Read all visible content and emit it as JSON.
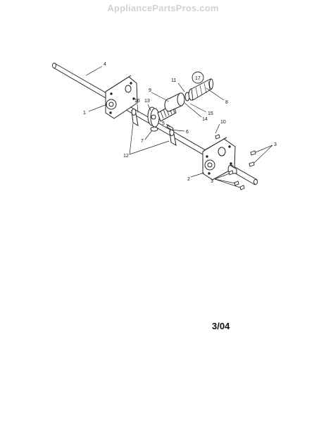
{
  "watermark": "AppliancePartsPros.com",
  "date_code": "3/04",
  "callouts": {
    "c1": "1",
    "c2": "2",
    "c3a": "3",
    "c3b": "3",
    "c4": "4",
    "c5": "5",
    "c6": "6",
    "c7": "7",
    "c8": "8",
    "c9": "9",
    "c10": "10",
    "c11": "11",
    "c12": "12",
    "c13": "13",
    "c14": "14",
    "c15": "15",
    "c16": "16",
    "c17": "17"
  }
}
